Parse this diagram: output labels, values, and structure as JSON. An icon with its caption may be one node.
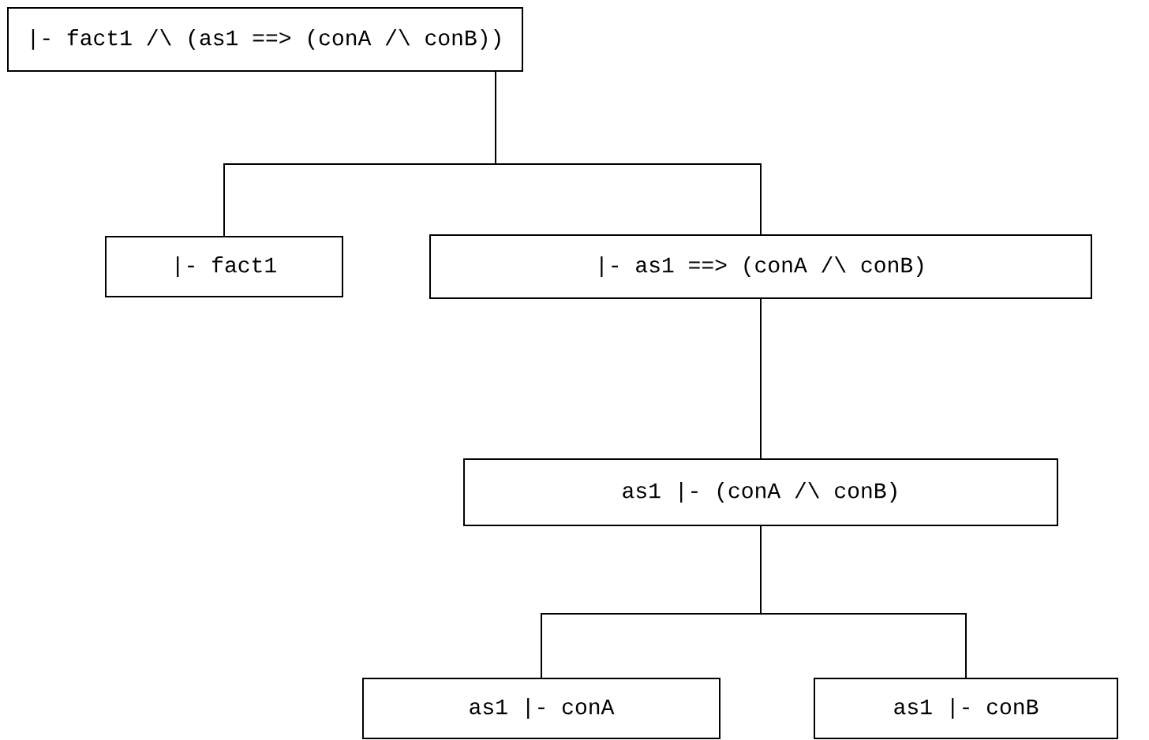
{
  "diagram": {
    "nodes": [
      {
        "text": [
          "|- fact1 /\\ (as1 ==> (conA /\\ conB))"
        ]
      },
      {
        "text": [
          "|- fact1"
        ]
      },
      {
        "text": [
          "|- as1 ==> (conA /\\ conB)"
        ]
      },
      {
        "text": [
          "as1 |- (conA /\\ conB)"
        ]
      },
      {
        "text": [
          "as1 |- conA"
        ]
      },
      {
        "text": [
          "as1 |- conB"
        ]
      }
    ],
    "edges": [
      {
        "from": 0,
        "to": 1,
        "arrow": "none"
      },
      {
        "from": 0,
        "to": 2,
        "arrow": "none"
      },
      {
        "from": 2,
        "to": 3,
        "arrow": "none"
      },
      {
        "from": 3,
        "to": 4,
        "arrow": "none"
      },
      {
        "from": 3,
        "to": 5,
        "arrow": "none"
      }
    ]
  }
}
